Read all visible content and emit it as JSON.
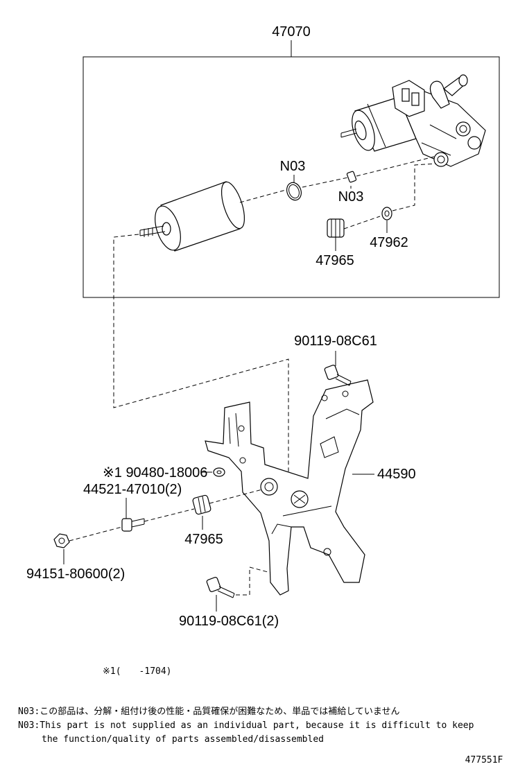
{
  "assembly": {
    "id": "47070"
  },
  "callouts": {
    "n03_oring": "N03",
    "n03_filter": "N03",
    "p47962": "47962",
    "p47965_top": "47965",
    "p90119_top": "90119-08C61",
    "p90480": "※1 90480-18006",
    "p44521": "44521-47010(2)",
    "p44590": "44590",
    "p47965_bottom": "47965",
    "p94151": "94151-80600(2)",
    "p90119_bottom": "90119-08C61(2)"
  },
  "footnote": {
    "mark": "※1(　　-1704)"
  },
  "notes": {
    "line1": "N03:この部品は、分解・組付け後の性能・品質確保が困難なため、単品では補給していません",
    "line2": "N03:This part is not supplied as an individual part, because it is difficult to keep",
    "line3": "the function/quality of parts assembled/disassembled"
  },
  "figure_id": "477551F"
}
